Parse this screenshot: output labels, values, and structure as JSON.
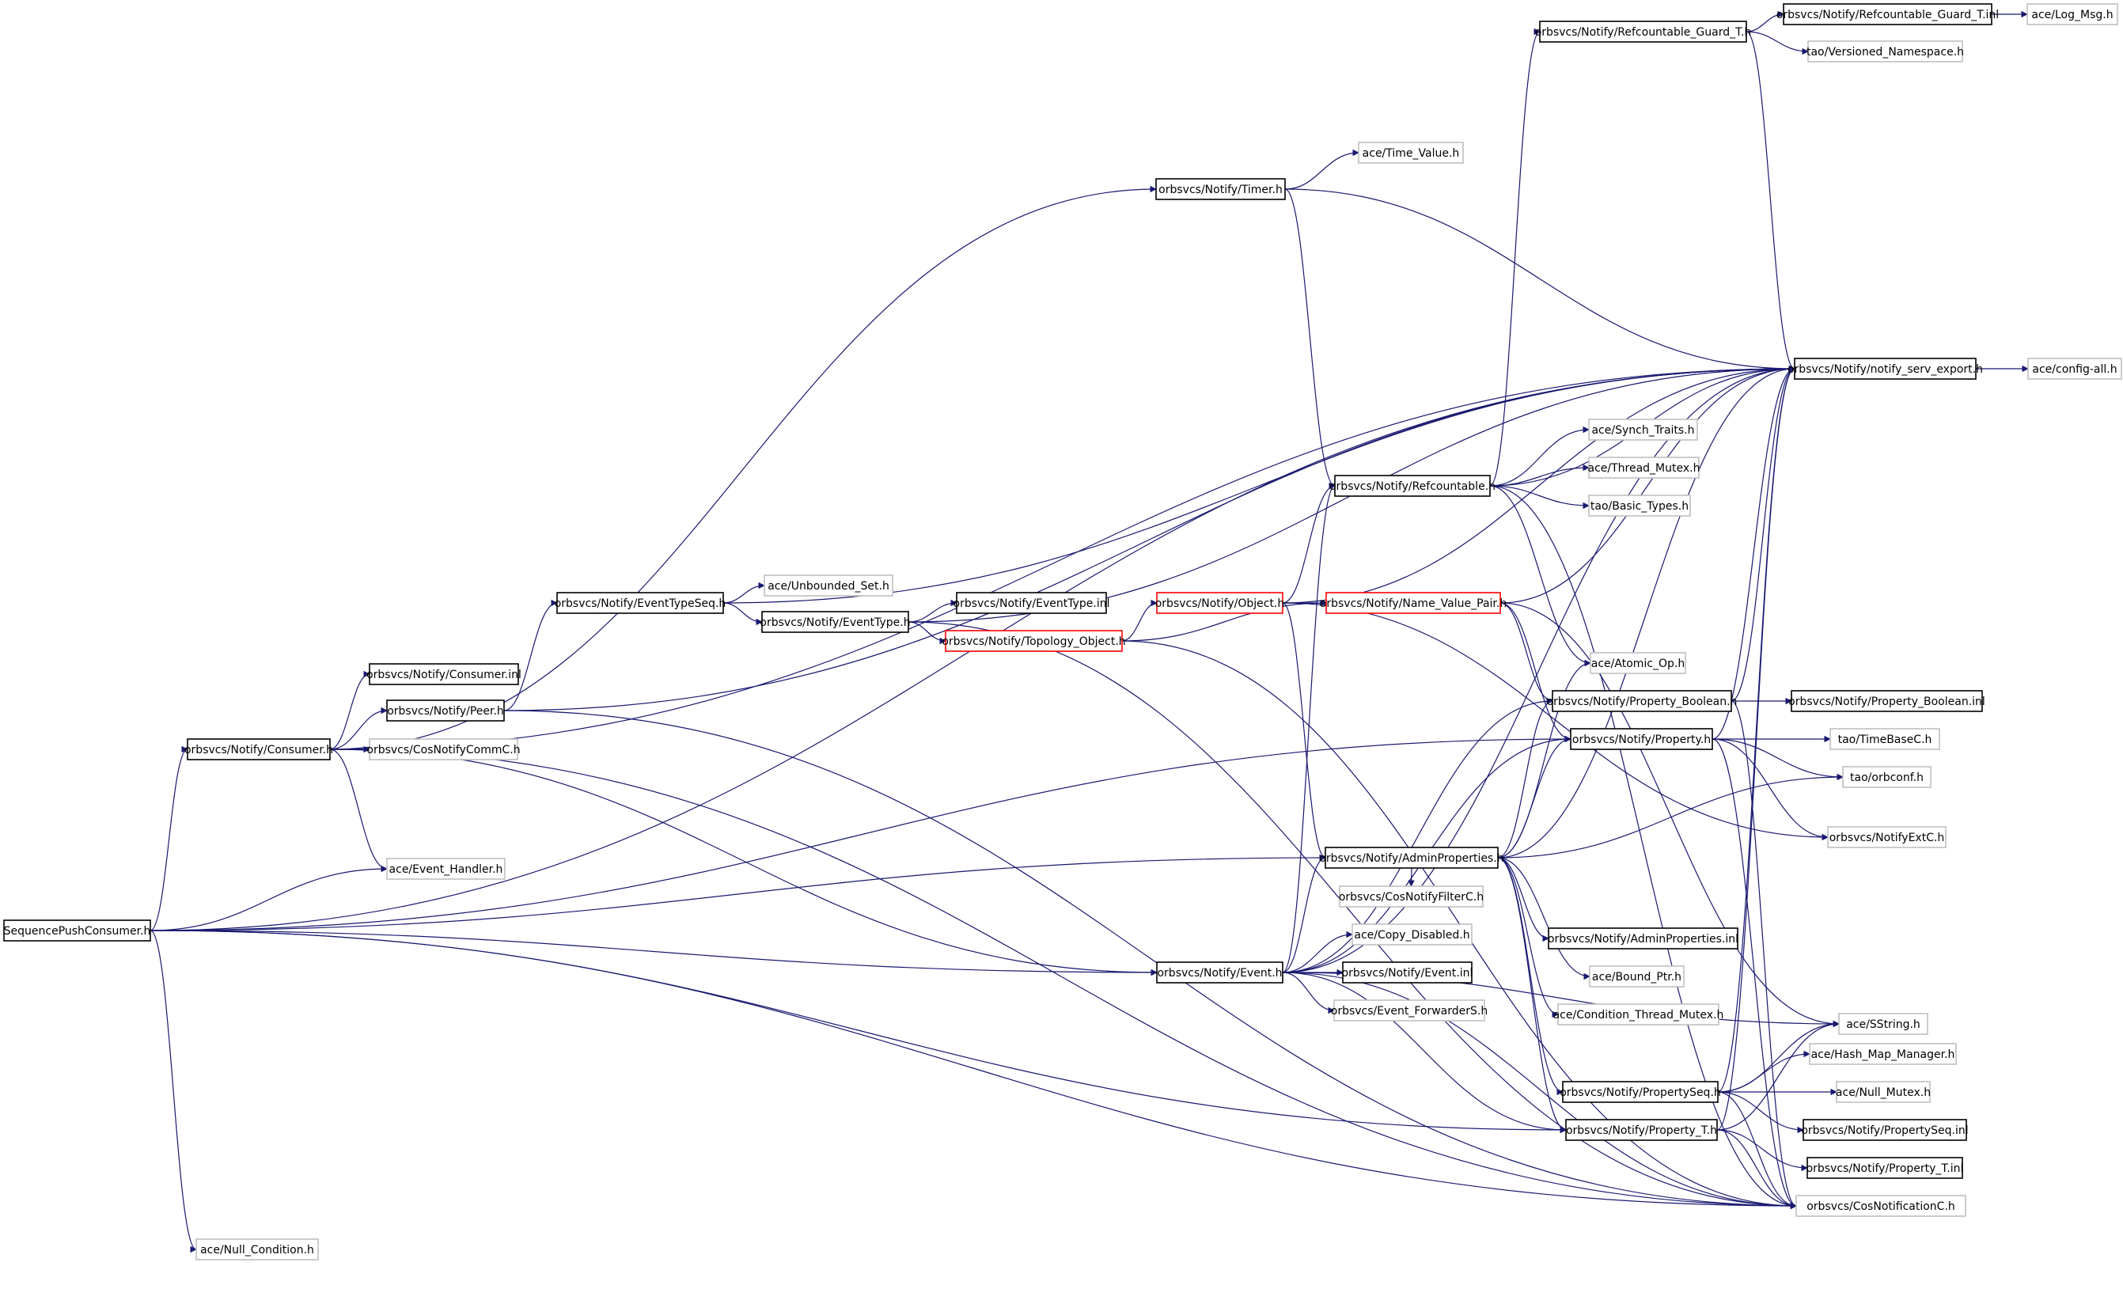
{
  "colors": {
    "edge": "#191970",
    "border_normal": "#000000",
    "border_external": "#bfbfbf",
    "border_truncated": "#ff0000",
    "fill_root": "#bfbfbf",
    "fill_node": "#ffffff"
  },
  "nodes": [
    {
      "id": "root",
      "label": "SequencePushConsumer.h",
      "kind": "root"
    },
    {
      "id": "consumer",
      "label": "orbsvcs/Notify/Consumer.h",
      "kind": "normal"
    },
    {
      "id": "nullcond",
      "label": "ace/Null_Condition.h",
      "kind": "external"
    },
    {
      "id": "consinl",
      "label": "orbsvcs/Notify/Consumer.inl",
      "kind": "normal"
    },
    {
      "id": "peer",
      "label": "orbsvcs/Notify/Peer.h",
      "kind": "normal"
    },
    {
      "id": "cosnotifycomm",
      "label": "orbsvcs/CosNotifyCommC.h",
      "kind": "external"
    },
    {
      "id": "eventhandler",
      "label": "ace/Event_Handler.h",
      "kind": "external"
    },
    {
      "id": "etseq",
      "label": "orbsvcs/Notify/EventTypeSeq.h",
      "kind": "normal"
    },
    {
      "id": "unbset",
      "label": "ace/Unbounded_Set.h",
      "kind": "external"
    },
    {
      "id": "eventtype",
      "label": "orbsvcs/Notify/EventType.h",
      "kind": "normal"
    },
    {
      "id": "etinl",
      "label": "orbsvcs/Notify/EventType.inl",
      "kind": "normal"
    },
    {
      "id": "topo",
      "label": "orbsvcs/Notify/Topology_Object.h",
      "kind": "truncated"
    },
    {
      "id": "object",
      "label": "orbsvcs/Notify/Object.h",
      "kind": "truncated"
    },
    {
      "id": "nvp",
      "label": "orbsvcs/Notify/Name_Value_Pair.h",
      "kind": "truncated"
    },
    {
      "id": "timer",
      "label": "orbsvcs/Notify/Timer.h",
      "kind": "normal"
    },
    {
      "id": "timevalue",
      "label": "ace/Time_Value.h",
      "kind": "external"
    },
    {
      "id": "refguard",
      "label": "orbsvcs/Notify/Refcountable_Guard_T.h",
      "kind": "normal"
    },
    {
      "id": "refguardinl",
      "label": "orbsvcs/Notify/Refcountable_Guard_T.inl",
      "kind": "normal"
    },
    {
      "id": "logmsg",
      "label": "ace/Log_Msg.h",
      "kind": "external"
    },
    {
      "id": "versns",
      "label": "tao/Versioned_Namespace.h",
      "kind": "external"
    },
    {
      "id": "export",
      "label": "orbsvcs/Notify/notify_serv_export.h",
      "kind": "normal"
    },
    {
      "id": "configall",
      "label": "ace/config-all.h",
      "kind": "external"
    },
    {
      "id": "refcount",
      "label": "orbsvcs/Notify/Refcountable.h",
      "kind": "normal"
    },
    {
      "id": "synchtraits",
      "label": "ace/Synch_Traits.h",
      "kind": "external"
    },
    {
      "id": "threadmutex",
      "label": "ace/Thread_Mutex.h",
      "kind": "external"
    },
    {
      "id": "basictypes",
      "label": "tao/Basic_Types.h",
      "kind": "external"
    },
    {
      "id": "atomicop",
      "label": "ace/Atomic_Op.h",
      "kind": "external"
    },
    {
      "id": "propbool",
      "label": "orbsvcs/Notify/Property_Boolean.h",
      "kind": "normal"
    },
    {
      "id": "propboolinl",
      "label": "orbsvcs/Notify/Property_Boolean.inl",
      "kind": "normal"
    },
    {
      "id": "property",
      "label": "orbsvcs/Notify/Property.h",
      "kind": "normal"
    },
    {
      "id": "timebase",
      "label": "tao/TimeBaseC.h",
      "kind": "external"
    },
    {
      "id": "orbconf",
      "label": "tao/orbconf.h",
      "kind": "external"
    },
    {
      "id": "notifyext",
      "label": "orbsvcs/NotifyExtC.h",
      "kind": "external"
    },
    {
      "id": "adminprops",
      "label": "orbsvcs/Notify/AdminProperties.h",
      "kind": "normal"
    },
    {
      "id": "cosfilter",
      "label": "orbsvcs/CosNotifyFilterC.h",
      "kind": "external"
    },
    {
      "id": "copydis",
      "label": "ace/Copy_Disabled.h",
      "kind": "external"
    },
    {
      "id": "event",
      "label": "orbsvcs/Notify/Event.h",
      "kind": "normal"
    },
    {
      "id": "eventinl",
      "label": "orbsvcs/Notify/Event.inl",
      "kind": "normal"
    },
    {
      "id": "evfwd",
      "label": "orbsvcs/Event_ForwarderS.h",
      "kind": "external"
    },
    {
      "id": "adminpropsinl",
      "label": "orbsvcs/Notify/AdminProperties.inl",
      "kind": "normal"
    },
    {
      "id": "boundptr",
      "label": "ace/Bound_Ptr.h",
      "kind": "external"
    },
    {
      "id": "condmutex",
      "label": "ace/Condition_Thread_Mutex.h",
      "kind": "external"
    },
    {
      "id": "sstring",
      "label": "ace/SString.h",
      "kind": "external"
    },
    {
      "id": "hashmap",
      "label": "ace/Hash_Map_Manager.h",
      "kind": "external"
    },
    {
      "id": "propseq",
      "label": "orbsvcs/Notify/PropertySeq.h",
      "kind": "normal"
    },
    {
      "id": "nullmutex",
      "label": "ace/Null_Mutex.h",
      "kind": "external"
    },
    {
      "id": "propseqinl",
      "label": "orbsvcs/Notify/PropertySeq.inl",
      "kind": "normal"
    },
    {
      "id": "propt",
      "label": "orbsvcs/Notify/Property_T.h",
      "kind": "normal"
    },
    {
      "id": "proptinl",
      "label": "orbsvcs/Notify/Property_T.inl",
      "kind": "normal"
    },
    {
      "id": "cosnotif",
      "label": "orbsvcs/CosNotificationC.h",
      "kind": "external"
    }
  ],
  "edges": [
    [
      "root",
      "consumer"
    ],
    [
      "root",
      "eventhandler"
    ],
    [
      "root",
      "property"
    ],
    [
      "root",
      "adminprops"
    ],
    [
      "root",
      "event"
    ],
    [
      "root",
      "propt"
    ],
    [
      "root",
      "cosnotif"
    ],
    [
      "root",
      "nullcond"
    ],
    [
      "root",
      "export"
    ],
    [
      "consumer",
      "consinl"
    ],
    [
      "consumer",
      "peer"
    ],
    [
      "consumer",
      "cosnotifycomm"
    ],
    [
      "consumer",
      "eventhandler"
    ],
    [
      "consumer",
      "timer"
    ],
    [
      "consumer",
      "event"
    ],
    [
      "consumer",
      "cosnotif"
    ],
    [
      "consumer",
      "export"
    ],
    [
      "peer",
      "etseq"
    ],
    [
      "peer",
      "export"
    ],
    [
      "peer",
      "cosnotif"
    ],
    [
      "etseq",
      "unbset"
    ],
    [
      "etseq",
      "eventtype"
    ],
    [
      "etseq",
      "export"
    ],
    [
      "eventtype",
      "etinl"
    ],
    [
      "eventtype",
      "topo"
    ],
    [
      "eventtype",
      "export"
    ],
    [
      "eventtype",
      "cosnotif"
    ],
    [
      "topo",
      "object"
    ],
    [
      "topo",
      "nvp"
    ],
    [
      "topo",
      "cosnotif"
    ],
    [
      "object",
      "nvp"
    ],
    [
      "object",
      "refcount"
    ],
    [
      "object",
      "adminprops"
    ],
    [
      "object",
      "export"
    ],
    [
      "object",
      "notifyext"
    ],
    [
      "nvp",
      "export"
    ],
    [
      "nvp",
      "property"
    ],
    [
      "nvp",
      "propbool"
    ],
    [
      "nvp",
      "sstring"
    ],
    [
      "timer",
      "timevalue"
    ],
    [
      "timer",
      "refcount"
    ],
    [
      "timer",
      "export"
    ],
    [
      "refcount",
      "synchtraits"
    ],
    [
      "refcount",
      "threadmutex"
    ],
    [
      "refcount",
      "basictypes"
    ],
    [
      "refcount",
      "atomicop"
    ],
    [
      "refcount",
      "refguard"
    ],
    [
      "refcount",
      "export"
    ],
    [
      "refcount",
      "cosnotif"
    ],
    [
      "refguard",
      "refguardinl"
    ],
    [
      "refguard",
      "versns"
    ],
    [
      "refguard",
      "export"
    ],
    [
      "refguardinl",
      "logmsg"
    ],
    [
      "export",
      "configall"
    ],
    [
      "propbool",
      "propboolinl"
    ],
    [
      "propbool",
      "export"
    ],
    [
      "propbool",
      "cosnotif"
    ],
    [
      "property",
      "timebase"
    ],
    [
      "property",
      "orbconf"
    ],
    [
      "property",
      "notifyext"
    ],
    [
      "property",
      "export"
    ],
    [
      "property",
      "cosnotif"
    ],
    [
      "adminprops",
      "cosfilter"
    ],
    [
      "adminprops",
      "adminpropsinl"
    ],
    [
      "adminprops",
      "boundptr"
    ],
    [
      "adminprops",
      "condmutex"
    ],
    [
      "adminprops",
      "orbconf"
    ],
    [
      "adminprops",
      "propseq"
    ],
    [
      "adminprops",
      "propt"
    ],
    [
      "adminprops",
      "atomicop"
    ],
    [
      "adminprops",
      "propbool"
    ],
    [
      "adminprops",
      "property"
    ],
    [
      "adminprops",
      "export"
    ],
    [
      "event",
      "copydis"
    ],
    [
      "event",
      "eventinl"
    ],
    [
      "event",
      "evfwd"
    ],
    [
      "event",
      "refcount"
    ],
    [
      "event",
      "adminprops"
    ],
    [
      "event",
      "property"
    ],
    [
      "event",
      "propbool"
    ],
    [
      "event",
      "propt"
    ],
    [
      "event",
      "export"
    ],
    [
      "event",
      "cosnotif"
    ],
    [
      "event",
      "sstring"
    ],
    [
      "propseq",
      "sstring"
    ],
    [
      "propseq",
      "hashmap"
    ],
    [
      "propseq",
      "nullmutex"
    ],
    [
      "propseq",
      "propseqinl"
    ],
    [
      "propseq",
      "export"
    ],
    [
      "propseq",
      "cosnotif"
    ],
    [
      "propt",
      "proptinl"
    ],
    [
      "propt",
      "sstring"
    ],
    [
      "propt",
      "export"
    ],
    [
      "propt",
      "cosnotif"
    ]
  ]
}
